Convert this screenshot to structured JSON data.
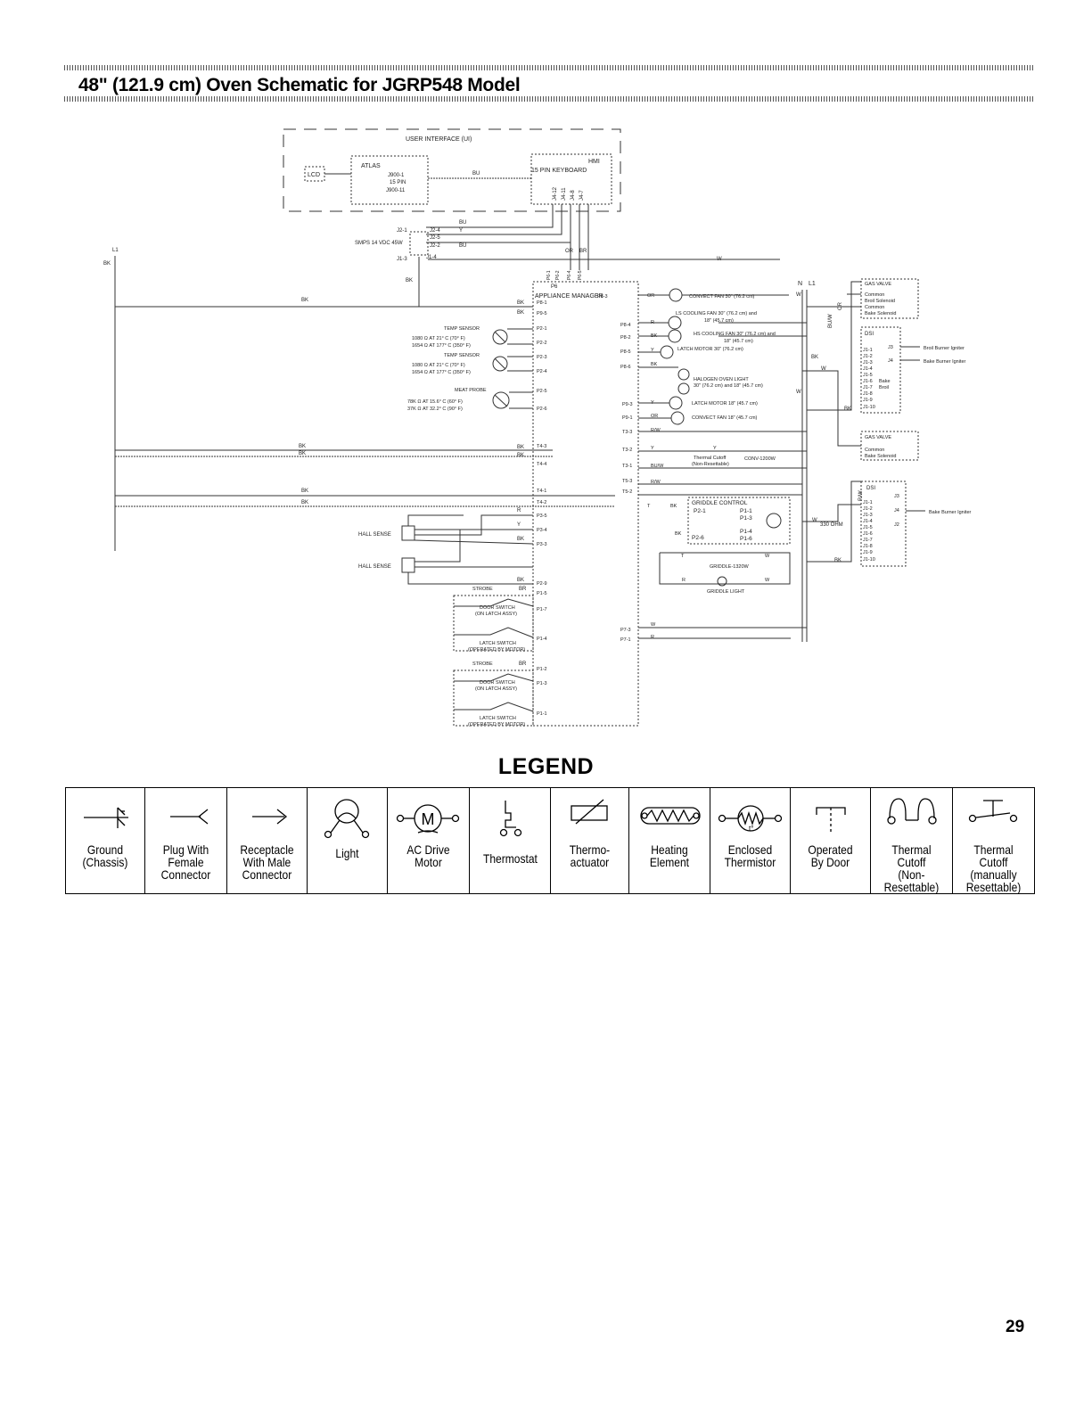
{
  "header": {
    "title": "48\" (121.9 cm) Oven Schematic for JGRP548 Model"
  },
  "schematic": {
    "ui_box": "USER INTERFACE (UI)",
    "lcd": "LCD",
    "atlas": "ATLAS",
    "j900_1": "J900-1",
    "pin15": "15 PIN",
    "j900_11": "J900-11",
    "bu": "BU",
    "hmi": "HMI",
    "keyboard": "15 PIN   KEYBOARD",
    "keyboard_pins": [
      "J4-12",
      "J4-11",
      "J4-8",
      "J4-7"
    ],
    "smps": "SMPS 14 VDC 45W",
    "j2_1": "J2-1",
    "j2_4": "J2-4",
    "j2_5": "J2-5",
    "j2_2": "J2-2",
    "j1_3": "J1-3",
    "j1_4": "J1-4",
    "l1": "L1",
    "bk": "BK",
    "w": "W",
    "y": "Y",
    "or": "OR",
    "br": "BR",
    "r": "R",
    "rw": "R/W",
    "buw": "BU/W",
    "p6_pins": [
      "P6-1",
      "P6-2",
      "P6-4",
      "P6-5"
    ],
    "p6": "P6",
    "appliance_manager": "APPLIANCE MANAGER",
    "temp_sensor": "TEMP SENSOR",
    "temp_line1": "1080 Ω AT 21°  C (70° F)",
    "temp_line2": "1654 Ω AT 177°  C (350° F)",
    "meat_probe": "MEAT PROBE",
    "meat_line1": "78K  Ω AT 15.6°  C (60° F)",
    "meat_line2": "37K  Ω AT 32.2°  C (90° F)",
    "hall_sense": "HALL SENSE",
    "strobe": "STROBE",
    "door_switch": "DOOR SWITCH",
    "on_latch": "(ON LATCH ASSY)",
    "latch_switch": "LATCH SWITCH",
    "operated_by_motor": "(OPERATED BY MOTOR)",
    "convect_fan30": "CONVECT FAN 30\" (76.2 cm)",
    "ls_cooling": "LS COOLING FAN 30\" (76.2 cm) and",
    "ls_cooling2": "18\" (45.7 cm)",
    "hs_cooling": "HS COOLING FAN 30\" (76.2 cm) and",
    "hs_cooling2": "18\" (45.7 cm)",
    "latch_motor30": "LATCH MOTOR 30\" (76.2 cm)",
    "halogen": "HALOGEN OVEN LIGHT",
    "halogen2": "30\" (76.2 cm) and 18\" (45.7 cm)",
    "latch_motor18": "LATCH MOTOR 18\" (45.7 cm)",
    "convect_fan18": "CONVECT FAN 18\" (45.7 cm)",
    "thermal_cutoff": "Thermal Cutoff",
    "non_resettable": "(Non-Resettable)",
    "conv": "CONV-1200W",
    "griddle_control": "GRIDDLE CONTROL",
    "griddle_heater": "GRIDDLE-1320W",
    "griddle_light": "GRIDDLE LIGHT",
    "gas_valve": "GAS VALVE",
    "common": "Common",
    "broil_solenoid": "Broil Solenoid",
    "bake_solenoid": "Bake Solenoid",
    "dsi": "DSI",
    "broil_igniter": "Broil Burner Igniter",
    "bake_igniter": "Bake Burner Igniter",
    "bake": "Bake",
    "broil": "Broil",
    "n": "N",
    "l": "L1",
    "ohm": "330 OHM",
    "p_labels": {
      "p8_3": "P8-3",
      "p8_1": "P8-1",
      "p9_5": "P9-5",
      "p2_1": "P2-1",
      "p2_2": "P2-2",
      "p2_3": "P2-3",
      "p2_4": "P2-4",
      "p2_5": "P2-5",
      "p2_6": "P2-6",
      "p8_4": "P8-4",
      "p8_2": "P8-2",
      "p8_5": "P8-5",
      "p8_6": "P8-6",
      "p9_3": "P9-3",
      "p9_1": "P9-1",
      "t3_3": "T3-3",
      "t4_3": "T4-3",
      "t3_2": "T3-2",
      "t4_4": "T4-4",
      "t3_1": "T3-1",
      "t5_3": "T5-3",
      "t4_1": "T4-1",
      "t5_2": "T5-2",
      "t4_2": "T4-2",
      "p3_5": "P3-5",
      "p3_4": "P3-4",
      "p3_3": "P3-3",
      "p2_9": "P2-9",
      "p1_5": "P1-5",
      "p1_7": "P1-7",
      "p1_4": "P1-4",
      "p1_2": "P1-2",
      "p1_3": "P1-3",
      "p1_1": "P1-1",
      "p7_3": "P7-3",
      "p7_1": "P7-1"
    },
    "gc_pins": [
      "P2-1",
      "P1-1",
      "P1-3",
      "P2-6",
      "P1-4",
      "P1-6"
    ],
    "gv_pins": [
      "J1-1",
      "J1-2",
      "J1-3",
      "J1-4",
      "J1-5",
      "J1-6",
      "J1-7",
      "J1-8",
      "J1-9",
      "J1-10"
    ],
    "j3": "J3",
    "j4": "J4",
    "j2": "J2",
    "t": "T"
  },
  "legend": {
    "title": "LEGEND",
    "items": [
      {
        "label": "Ground\n(Chassis)",
        "icon": "ground-icon"
      },
      {
        "label": "Plug With\nFemale\nConnector",
        "icon": "female-connector-icon"
      },
      {
        "label": "Receptacle\nWith Male\nConnector",
        "icon": "male-connector-icon"
      },
      {
        "label": "Light",
        "icon": "light-icon"
      },
      {
        "label": "AC Drive\nMotor",
        "icon": "motor-icon"
      },
      {
        "label": "Thermostat",
        "icon": "thermostat-icon"
      },
      {
        "label": "Thermo-\nactuator",
        "icon": "thermoactuator-icon"
      },
      {
        "label": "Heating\nElement",
        "icon": "heating-element-icon"
      },
      {
        "label": "Enclosed\nThermistor",
        "icon": "thermistor-icon"
      },
      {
        "label": "Operated\nBy Door",
        "icon": "door-switch-icon"
      },
      {
        "label": "Thermal Cutoff\n(Non-\nResettable)",
        "icon": "thermal-cutoff-icon"
      },
      {
        "label": "Thermal Cutoff\n(manually\nResettable)",
        "icon": "resettable-cutoff-icon"
      }
    ],
    "motor_letter": "M",
    "thermistor_letter": "t°"
  },
  "page_number": "29"
}
